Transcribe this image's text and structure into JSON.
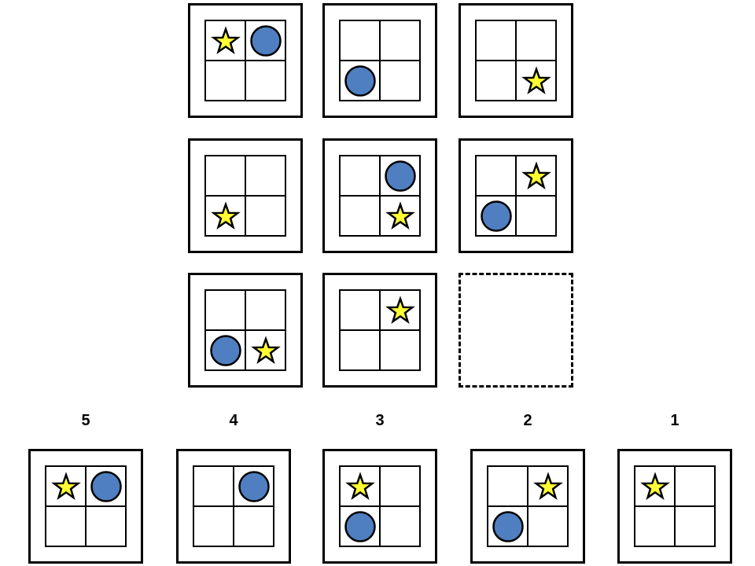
{
  "colors": {
    "circle_fill": "#4f7fc1",
    "star_fill": "#ffff33",
    "outline": "#000000",
    "background": "#ffffff"
  },
  "icons": {
    "circle": "circle-icon",
    "star": "star-icon"
  },
  "puzzle": {
    "rows": [
      [
        {
          "tl": "star",
          "tr": "circle",
          "bl": "",
          "br": ""
        },
        {
          "tl": "",
          "tr": "",
          "bl": "circle",
          "br": ""
        },
        {
          "tl": "",
          "tr": "",
          "bl": "",
          "br": "star"
        }
      ],
      [
        {
          "tl": "",
          "tr": "",
          "bl": "star",
          "br": ""
        },
        {
          "tl": "",
          "tr": "circle",
          "bl": "",
          "br": "star"
        },
        {
          "tl": "",
          "tr": "star",
          "bl": "circle",
          "br": ""
        }
      ],
      [
        {
          "tl": "",
          "tr": "",
          "bl": "circle",
          "br": "star"
        },
        {
          "tl": "",
          "tr": "star",
          "bl": "",
          "br": ""
        },
        null
      ]
    ]
  },
  "options": [
    {
      "label": "5",
      "cells": {
        "tl": "star",
        "tr": "circle",
        "bl": "",
        "br": ""
      }
    },
    {
      "label": "4",
      "cells": {
        "tl": "",
        "tr": "circle",
        "bl": "",
        "br": ""
      }
    },
    {
      "label": "3",
      "cells": {
        "tl": "star",
        "tr": "",
        "bl": "circle",
        "br": ""
      }
    },
    {
      "label": "2",
      "cells": {
        "tl": "",
        "tr": "star",
        "bl": "circle",
        "br": ""
      }
    },
    {
      "label": "1",
      "cells": {
        "tl": "star",
        "tr": "",
        "bl": "",
        "br": ""
      }
    }
  ]
}
